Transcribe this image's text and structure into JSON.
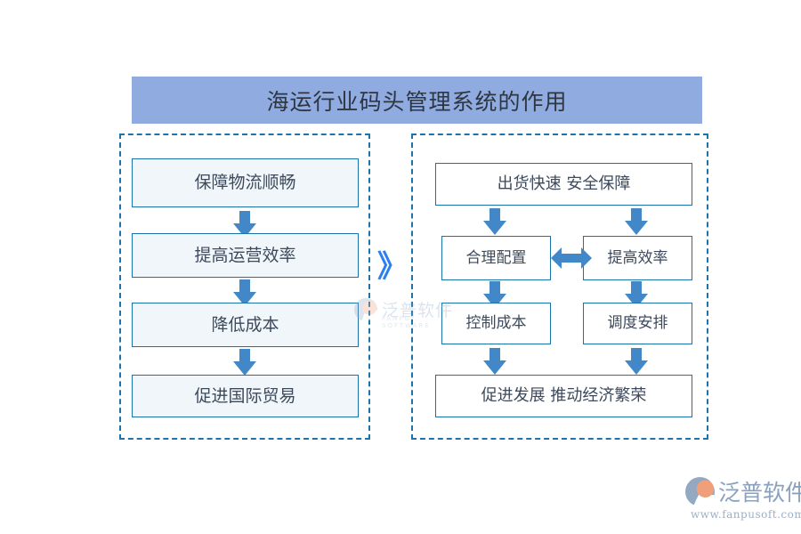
{
  "title": {
    "text": "海运行业码头管理系统的作用",
    "banner_color": "#8fabe0",
    "text_color": "#2e3642"
  },
  "theme": {
    "box_border": "#1a72ab",
    "box_fill_left": "#f1f6fb",
    "box_fill_right": "#ffffff",
    "arrow_color": "#4288c8",
    "dashed_border": "#1d74ad",
    "chevron_color": "#2b7ff0",
    "text_color": "#3d4a5c"
  },
  "left_group": {
    "name": "左侧流程",
    "nodes": [
      {
        "label": "保障物流顺畅"
      },
      {
        "label": "提高运营效率"
      },
      {
        "label": "降低成本"
      },
      {
        "label": "促进国际贸易"
      }
    ]
  },
  "connector": {
    "glyph": "》",
    "icon": "double-chevron-right-icon"
  },
  "right_group": {
    "name": "右侧流程",
    "top_node": {
      "label": "出货快速  安全保障"
    },
    "branch_left": [
      {
        "label": "合理配置"
      },
      {
        "label": "控制成本"
      }
    ],
    "branch_right": [
      {
        "label": "提高效率"
      },
      {
        "label": "调度安排"
      }
    ],
    "bottom_node": {
      "label": "促进发展  推动经济繁荣"
    }
  },
  "watermark": {
    "cn": "泛普软件",
    "en": "FANPU SOFTWARE"
  },
  "logo": {
    "cn": "泛普软件",
    "url": "www.fanpusoft.com"
  }
}
